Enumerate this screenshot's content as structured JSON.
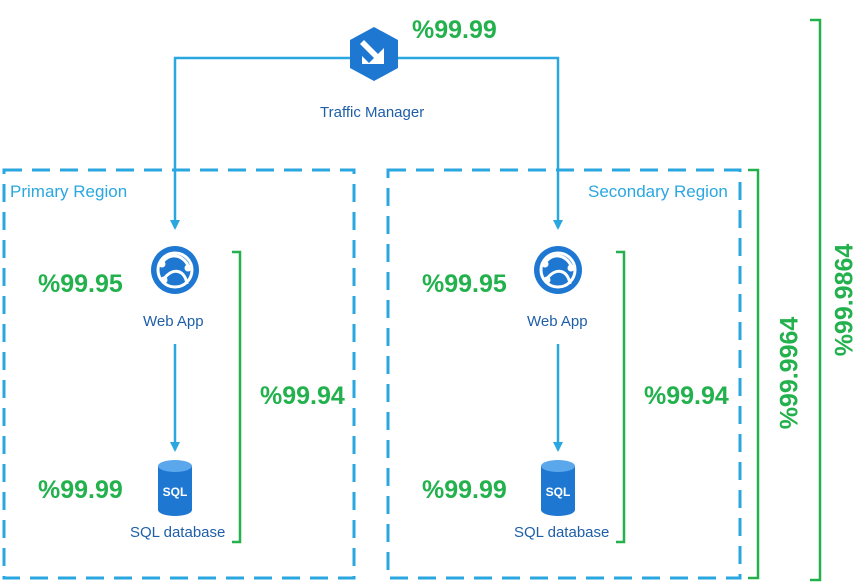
{
  "traffic_manager": {
    "label": "Traffic Manager",
    "sla": "%99.99"
  },
  "regions": [
    {
      "name": "Primary Region",
      "webapp": {
        "label": "Web App",
        "sla": "%99.95"
      },
      "sql": {
        "label": "SQL database",
        "icon_text": "SQL",
        "sla": "%99.99"
      },
      "combined_sla": "%99.94"
    },
    {
      "name": "Secondary Region",
      "webapp": {
        "label": "Web App",
        "sla": "%99.95"
      },
      "sql": {
        "label": "SQL database",
        "icon_text": "SQL",
        "sla": "%99.99"
      },
      "combined_sla": "%99.94"
    }
  ],
  "regions_combined_sla": "%99.9964",
  "overall_sla": "%99.9864",
  "colors": {
    "accent_blue": "#2aa7e0",
    "azure_blue": "#1e78d2",
    "sla_green": "#22b14c"
  },
  "icons": [
    "traffic-manager-icon",
    "web-app-icon",
    "sql-database-icon"
  ]
}
